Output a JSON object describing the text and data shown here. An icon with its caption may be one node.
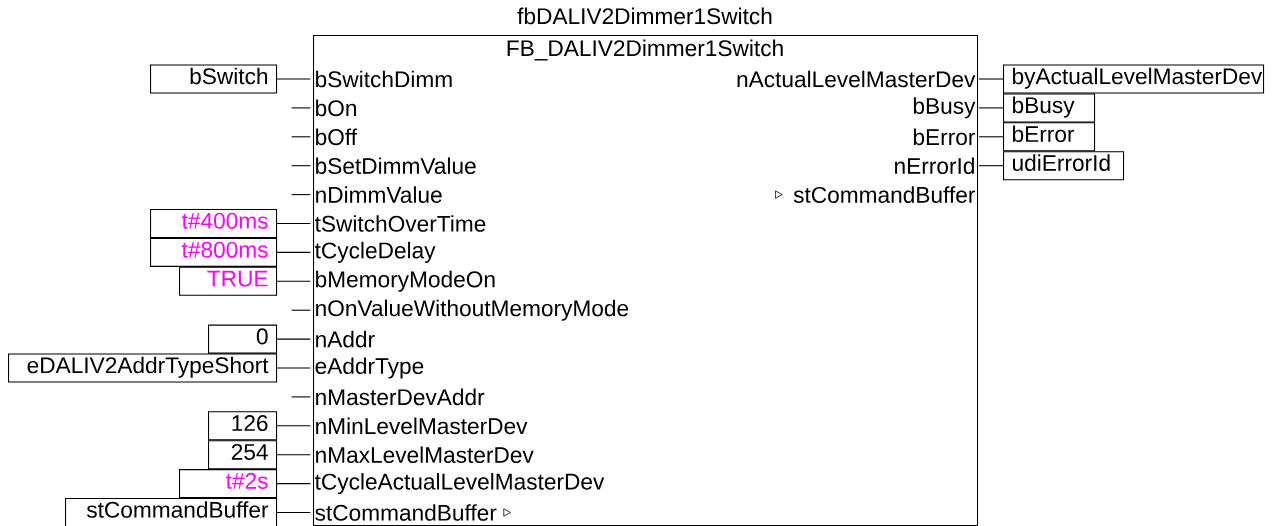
{
  "diagram": {
    "nodes": [
      {
        "text": [
          "fbDALIV2Dimmer1Switch",
          "FB_DALIV2Dimmer1Switch"
        ]
      },
      {
        "text": [
          "bSwitchDimm"
        ],
        "in": 0
      },
      {
        "text": [
          "bOn"
        ],
        "in": 0
      },
      {
        "text": [
          "bOff"
        ],
        "in": 0
      },
      {
        "text": [
          "bSetDimmValue"
        ],
        "in": 0
      },
      {
        "text": [
          "nDimmValue"
        ],
        "in": 0
      },
      {
        "text": [
          "tSwitchOverTime"
        ],
        "in": 0
      },
      {
        "text": [
          "tCycleDelay"
        ],
        "in": 0
      },
      {
        "text": [
          "bMemoryModeOn"
        ],
        "in": 0
      },
      {
        "text": [
          "nOnValueWithoutMemoryMode"
        ],
        "in": 0
      },
      {
        "text": [
          "nAddr"
        ],
        "in": 0
      },
      {
        "text": [
          "eAddrType"
        ],
        "in": 0
      },
      {
        "text": [
          "nMasterDevAddr"
        ],
        "in": 0
      },
      {
        "text": [
          "nMinLevelMasterDev"
        ],
        "in": 0
      },
      {
        "text": [
          "nMaxLevelMasterDev"
        ],
        "in": 0
      },
      {
        "text": [
          "tCycleActualLevelMasterDev"
        ],
        "in": 0
      },
      {
        "text": [
          "stCommandBuffer"
        ],
        "in": 0
      },
      {
        "text": [
          "nActualLevelMasterDev"
        ],
        "in": 0
      },
      {
        "text": [
          "bBusy"
        ],
        "in": 0
      },
      {
        "text": [
          "bError"
        ],
        "in": 0
      },
      {
        "text": [
          "nErrorId"
        ],
        "in": 0
      },
      {
        "text": [
          "stCommandBuffer"
        ],
        "in": 0
      },
      {
        "text": [
          "bSwitch"
        ]
      },
      {
        "text": [
          "t#400ms"
        ]
      },
      {
        "text": [
          "t#800ms"
        ]
      },
      {
        "text": [
          "TRUE"
        ]
      },
      {
        "text": [
          "0"
        ]
      },
      {
        "text": [
          "eDALIV2AddrTypeShort"
        ]
      },
      {
        "text": [
          "126"
        ]
      },
      {
        "text": [
          "254"
        ]
      },
      {
        "text": [
          "t#2s"
        ]
      },
      {
        "text": [
          "stCommandBuffer"
        ]
      },
      {
        "text": [
          "byActualLevelMasterDev"
        ]
      },
      {
        "text": [
          "bBusy"
        ]
      },
      {
        "text": [
          "bError"
        ]
      },
      {
        "text": [
          "udiErrorId"
        ]
      }
    ],
    "edges": [
      {
        "from": 22,
        "to": 1,
        "arrow": "none"
      },
      {
        "from": null,
        "to": 2,
        "arrow": "none"
      },
      {
        "from": null,
        "to": 3,
        "arrow": "none"
      },
      {
        "from": null,
        "to": 4,
        "arrow": "none"
      },
      {
        "from": null,
        "to": 5,
        "arrow": "none"
      },
      {
        "from": 23,
        "to": 6,
        "arrow": "none"
      },
      {
        "from": 24,
        "to": 7,
        "arrow": "none"
      },
      {
        "from": 25,
        "to": 8,
        "arrow": "none"
      },
      {
        "from": null,
        "to": 9,
        "arrow": "none"
      },
      {
        "from": 26,
        "to": 10,
        "arrow": "none"
      },
      {
        "from": 27,
        "to": 11,
        "arrow": "none"
      },
      {
        "from": null,
        "to": 12,
        "arrow": "none"
      },
      {
        "from": 28,
        "to": 13,
        "arrow": "none"
      },
      {
        "from": 29,
        "to": 14,
        "arrow": "none"
      },
      {
        "from": 30,
        "to": 15,
        "arrow": "none"
      },
      {
        "from": 31,
        "to": 16,
        "arrow": "none"
      },
      {
        "from": 17,
        "to": 32,
        "arrow": "none"
      },
      {
        "from": 18,
        "to": 33,
        "arrow": "none"
      },
      {
        "from": 19,
        "to": 34,
        "arrow": "none"
      },
      {
        "from": 20,
        "to": 35,
        "arrow": "none"
      }
    ]
  }
}
